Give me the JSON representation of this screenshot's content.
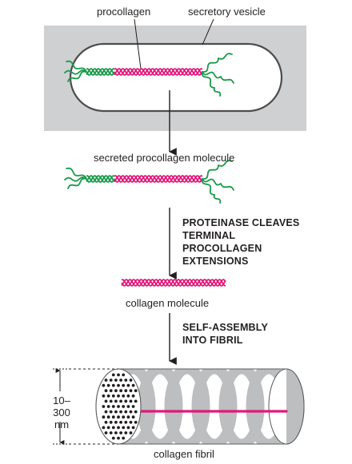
{
  "labels": {
    "procollagen": "procollagen",
    "secretory_vesicle": "secretory vesicle",
    "secreted_procollagen_molecule": "secreted procollagen molecule",
    "collagen_molecule": "collagen molecule",
    "collagen_fibril": "collagen fibril",
    "fibril_diameter": "10–300\nnm"
  },
  "steps": {
    "proteinase": "PROTEINASE CLEAVES\nTERMINAL\nPROCOLLAGEN\nEXTENSIONS",
    "self_assembly": "SELF-ASSEMBLY\nINTO FIBRIL"
  },
  "colors": {
    "propeptide_green": "#1a9a4a",
    "collagen_magenta": "#e0197a",
    "cell_gray": "#cfd0d2",
    "fibril_band_gray": "#bcbec0"
  }
}
